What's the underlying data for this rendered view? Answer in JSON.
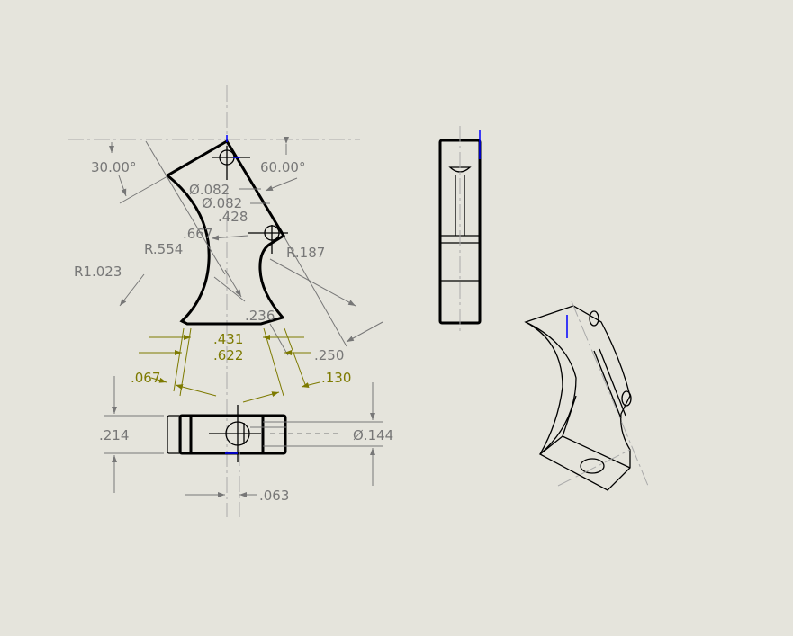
{
  "drawing": {
    "front_view": {
      "dimensions": {
        "angle_left": "30.00°",
        "angle_right": "60.00°",
        "hole_dia_1": "Ø.082",
        "hole_dia_2": "Ø.082",
        "hole_spacing": ".428",
        "width_partial": ".667",
        "radius_inner": "R.554",
        "radius_outer": "R1.023",
        "radius_notch": "R.187",
        "notch_depth": ".236",
        "chamfer_a": ".431",
        "chamfer_b": ".622",
        "chamfer_left": ".067",
        "chamfer_right_a": ".250",
        "chamfer_right_b": ".130"
      }
    },
    "bottom_view": {
      "dimensions": {
        "thickness": ".214",
        "hole_dia": "Ø.144",
        "hole_offset": ".063"
      }
    },
    "colors": {
      "background": "#e5e4dc",
      "dimension": "#777777",
      "driven_dimension": "#7d7a00",
      "origin": "#0000ff"
    }
  }
}
